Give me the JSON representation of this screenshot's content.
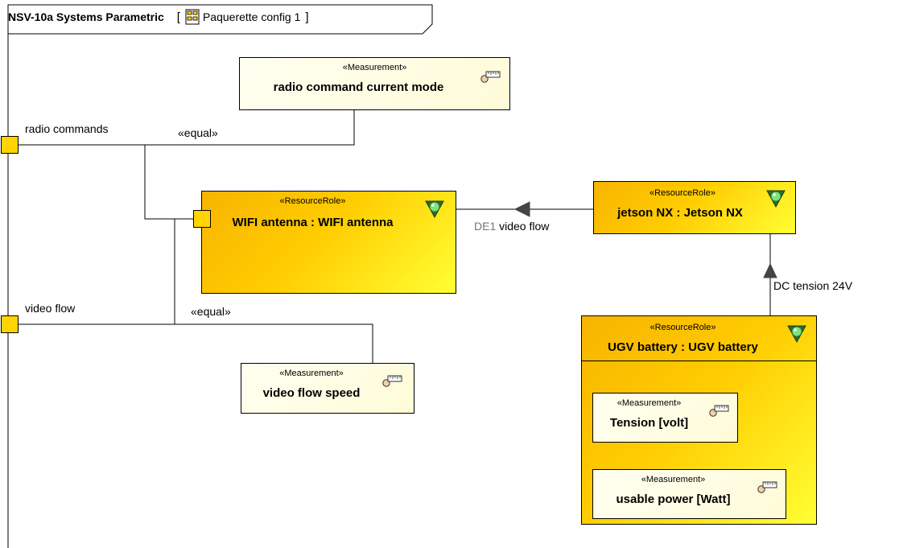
{
  "frame": {
    "title": "NSV-10a Systems Parametric",
    "bracket_open": "[",
    "bracket_close": "]",
    "reference": "Paquerette config 1"
  },
  "measurements": {
    "radio_mode": {
      "stereotype": "«Measurement»",
      "name": "radio command current mode"
    },
    "video_speed": {
      "stereotype": "«Measurement»",
      "name": "video flow speed"
    },
    "tension": {
      "stereotype": "«Measurement»",
      "name": "Tension [volt]"
    },
    "power": {
      "stereotype": "«Measurement»",
      "name": "usable power [Watt]"
    }
  },
  "resources": {
    "wifi": {
      "stereotype": "«ResourceRole»",
      "name": "WIFI antenna : WIFI antenna"
    },
    "jetson": {
      "stereotype": "«ResourceRole»",
      "name": "jetson NX : Jetson NX"
    },
    "battery": {
      "stereotype": "«ResourceRole»",
      "name": "UGV battery : UGV battery"
    }
  },
  "ports": {
    "radio_commands": "radio commands",
    "video_flow": "video flow"
  },
  "connectors": {
    "equal_top": "«equal»",
    "equal_bottom": "«equal»",
    "de1_id": "DE1",
    "de1_name": "video flow",
    "dc_tension": "DC tension 24V"
  },
  "icons": {
    "measurement": "ruler-icon",
    "resource": "green-indicator-icon",
    "frame": "diagram-icon"
  },
  "colors": {
    "resource_fill": "#ffcc00",
    "measurement_fill": "#fffbd8",
    "port_fill": "#ffd400",
    "indicator": "#5cc85c"
  }
}
